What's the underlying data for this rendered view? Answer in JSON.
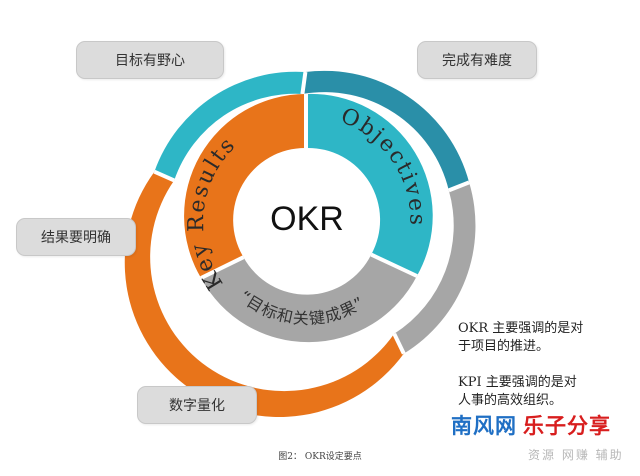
{
  "center_label": "OKR",
  "segments": {
    "objectives": "Objectives",
    "key_results": "Key Results",
    "target_and_results": "“目标和关键成果”"
  },
  "pills": {
    "ambitious_goals": "目标有野心",
    "hard_to_achieve": "完成有难度",
    "results_clear": "结果要明确",
    "quantified": "数字量化"
  },
  "notes": {
    "okr_note": "OKR 主要强调的是对\n于项目的推进。",
    "kpi_note": "KPI 主要强调的是对\n人事的高效组织。"
  },
  "watermark": {
    "brand_part1": "南风网",
    "brand_part2": "乐子分享",
    "subtitle": "资源 网赚 辅助"
  },
  "caption": "图2： OKR设定要点",
  "colors": {
    "teal": "#2eb6c6",
    "dark_teal": "#2a8fa8",
    "orange": "#e8741a",
    "gray": "#a6a6a6",
    "brand_blue": "#1f6fc4",
    "brand_red": "#d81e1e"
  }
}
